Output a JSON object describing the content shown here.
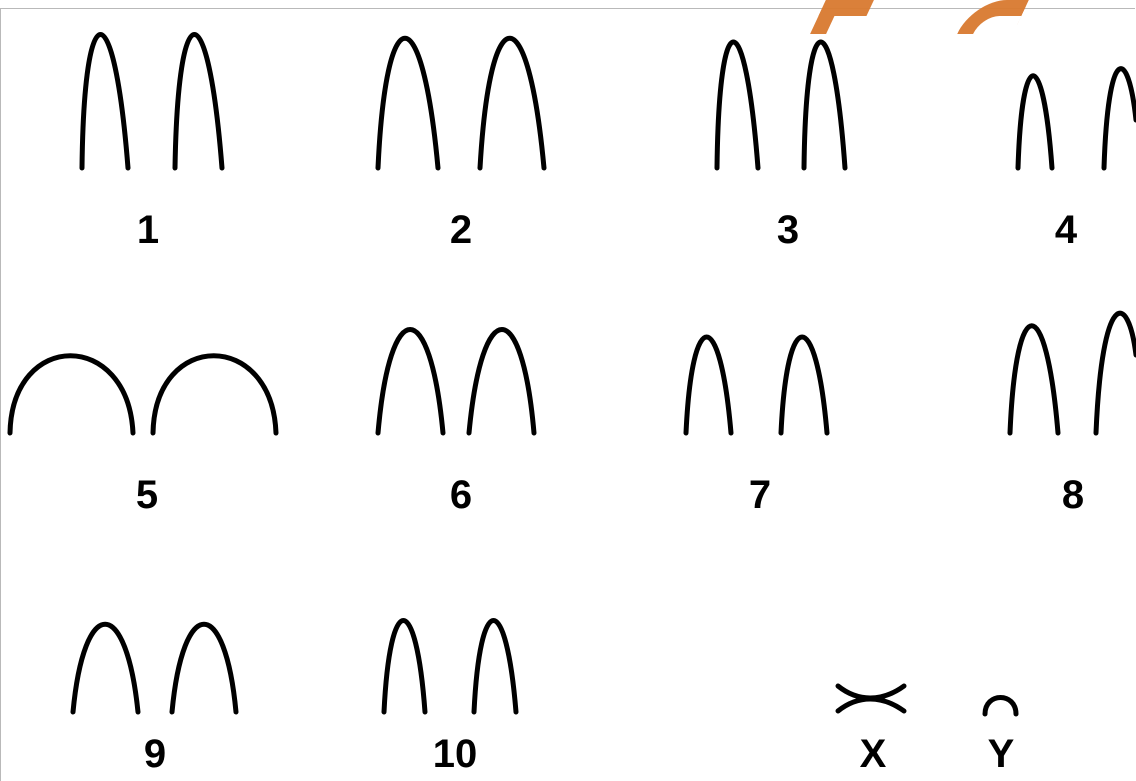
{
  "figure": {
    "ink_color": "#000000",
    "watermark_color": "#d97a30",
    "labels": {
      "c1": "1",
      "c2": "2",
      "c3": "3",
      "c4": "4",
      "c5": "5",
      "c6": "6",
      "c7": "7",
      "c8": "8",
      "c9": "9",
      "c10": "10",
      "x": "X",
      "y": "Y"
    }
  }
}
